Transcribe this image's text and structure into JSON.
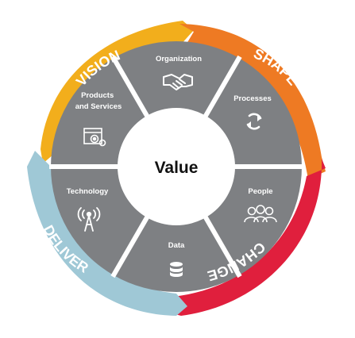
{
  "center": {
    "label": "Value"
  },
  "ring": {
    "vision": {
      "label": "VISION",
      "color": "#f2ae1c"
    },
    "shape": {
      "label": "SHAPE",
      "color": "#ee7a23"
    },
    "change": {
      "label": "CHANGE",
      "color": "#e01f3d"
    },
    "deliver": {
      "label": "DELIVER",
      "color": "#9fc8d6"
    }
  },
  "segments": [
    {
      "key": "organization",
      "label_lines": [
        "Organization"
      ],
      "icon": "handshake-icon"
    },
    {
      "key": "processes",
      "label_lines": [
        "Processes"
      ],
      "icon": "refresh-arrows-icon"
    },
    {
      "key": "people",
      "label_lines": [
        "People"
      ],
      "icon": "people-group-icon"
    },
    {
      "key": "data",
      "label_lines": [
        "Data"
      ],
      "icon": "database-icon"
    },
    {
      "key": "technology",
      "label_lines": [
        "Technology"
      ],
      "icon": "radio-tower-icon"
    },
    {
      "key": "products",
      "label_lines": [
        "Products",
        "and Services"
      ],
      "icon": "browser-gear-icon"
    }
  ],
  "colors": {
    "segment": "#7e8083",
    "divider": "#ffffff",
    "segment_text": "#ffffff",
    "center_text": "#111111"
  }
}
